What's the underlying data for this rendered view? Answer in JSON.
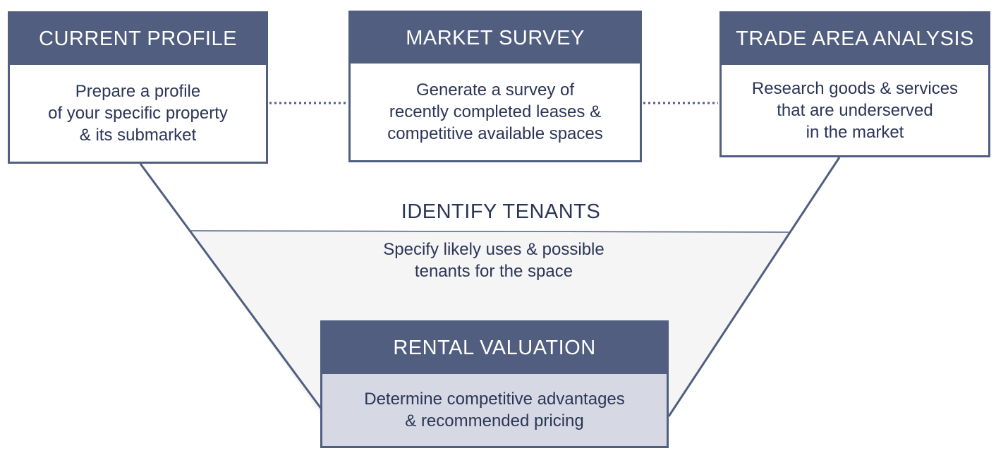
{
  "colors": {
    "header_fill": "#515e80",
    "border": "#515e80",
    "text": "#2b3556",
    "funnel_fill": "#f5f5f5",
    "rental_body_fill": "#d6d9e3"
  },
  "cards": {
    "current_profile": {
      "title": "CURRENT PROFILE",
      "lines": [
        "Prepare a profile",
        "of your specific property",
        "& its submarket"
      ]
    },
    "market_survey": {
      "title": "MARKET SURVEY",
      "lines": [
        "Generate a survey of",
        "recently completed leases &",
        "competitive available spaces"
      ]
    },
    "trade_area_analysis": {
      "title": "TRADE AREA ANALYSIS",
      "lines": [
        "Research goods & services",
        "that are underserved",
        "in the market"
      ]
    },
    "rental_valuation": {
      "title": "RENTAL VALUATION",
      "lines": [
        "Determine competitive advantages",
        "& recommended pricing"
      ]
    }
  },
  "funnel": {
    "title": "IDENTIFY TENANTS",
    "lines": [
      "Specify likely uses & possible",
      "tenants for the space"
    ]
  }
}
